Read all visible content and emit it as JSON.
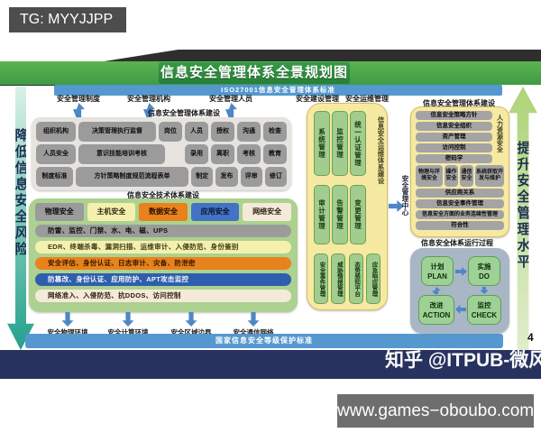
{
  "tg_watermark": "TG: MYYJJPP",
  "slide": {
    "title": "信息安全管理体系全景规划图",
    "iso_standard": "ISO27001信息安全管理体系标准",
    "left_arrow_label": "降低信息安全风险",
    "right_arrow_label": "提升安全管理水平",
    "top_labels": [
      "安全管理制度",
      "安全管理机构",
      "安全管理人员",
      "安全建设管理",
      "安全运维管理"
    ],
    "bottom_labels": [
      "安全物理环境",
      "安全计算环境",
      "安全区域边界",
      "安全通信网络"
    ],
    "bottom_standard": "国家信息安全等级保护标准",
    "page_number": "4"
  },
  "mgmt_panel": {
    "heading": "信息安全管理体系建设",
    "row1": [
      "组织机构",
      "决策管理执行监督",
      "岗位",
      "人员",
      "授权",
      "沟通",
      "检查"
    ],
    "row2": [
      "人员安全",
      "意识技能培训考核",
      "录用",
      "离职",
      "考核",
      "教育"
    ],
    "row3": [
      "制度标准",
      "方针策略制度规范流程表单",
      "制定",
      "发布",
      "评审",
      "修订"
    ]
  },
  "tech_panel": {
    "heading": "信息安全技术体系建设",
    "headers": [
      "物理安全",
      "主机安全",
      "数据安全",
      "应用安全",
      "网络安全"
    ],
    "rows": [
      "防雷、监控、门禁、水、电、磁、UPS",
      "EDR、终端杀毒、漏洞扫描、运维审计、入侵防范、身份鉴别",
      "安全评估、身份认证、日志审计、灾备、防泄密",
      "防篡改、身份认证、应用防护、APT攻击监控",
      "网络准入、入侵防范、抗DDOS、访问控制"
    ]
  },
  "ops_panel": {
    "side_label": "信息安全运维体系建设",
    "row1": [
      "系统管理",
      "监控管理",
      "统一认证管理"
    ],
    "row2": [
      "审计管理",
      "告警管理",
      "变更管理"
    ],
    "row3": [
      "安全事件管理",
      "威胁情报管理",
      "态势感知平台",
      "应急响应管理"
    ],
    "center_arrow_label": "安全管理中心"
  },
  "isms_panel": {
    "heading": "信息安全管理体系建设",
    "side_label": "人力资源安全",
    "pills": [
      "信息安全策略方针",
      "信息安全组织",
      "资产管理",
      "访问控制",
      "密码学"
    ],
    "grid": [
      "物理与环境安全",
      "操作安全",
      "通信安全",
      "系统获取开发与维护"
    ],
    "pills2": [
      "供应商关系",
      "信息安全事件管理",
      "信息安全方面的业务连续性管理",
      "符合性"
    ]
  },
  "pdca_panel": {
    "heading": "信息安全体系运行过程",
    "plan": {
      "cn": "计划",
      "en": "PLAN"
    },
    "do": {
      "cn": "实施",
      "en": "DO"
    },
    "action": {
      "cn": "改进",
      "en": "ACTION"
    },
    "check": {
      "cn": "监控",
      "en": "CHECK"
    }
  },
  "footer": {
    "zhihu_watermark": "知乎 @ITPUB-微风",
    "url_watermark": "www.games−oboubo.com"
  }
}
